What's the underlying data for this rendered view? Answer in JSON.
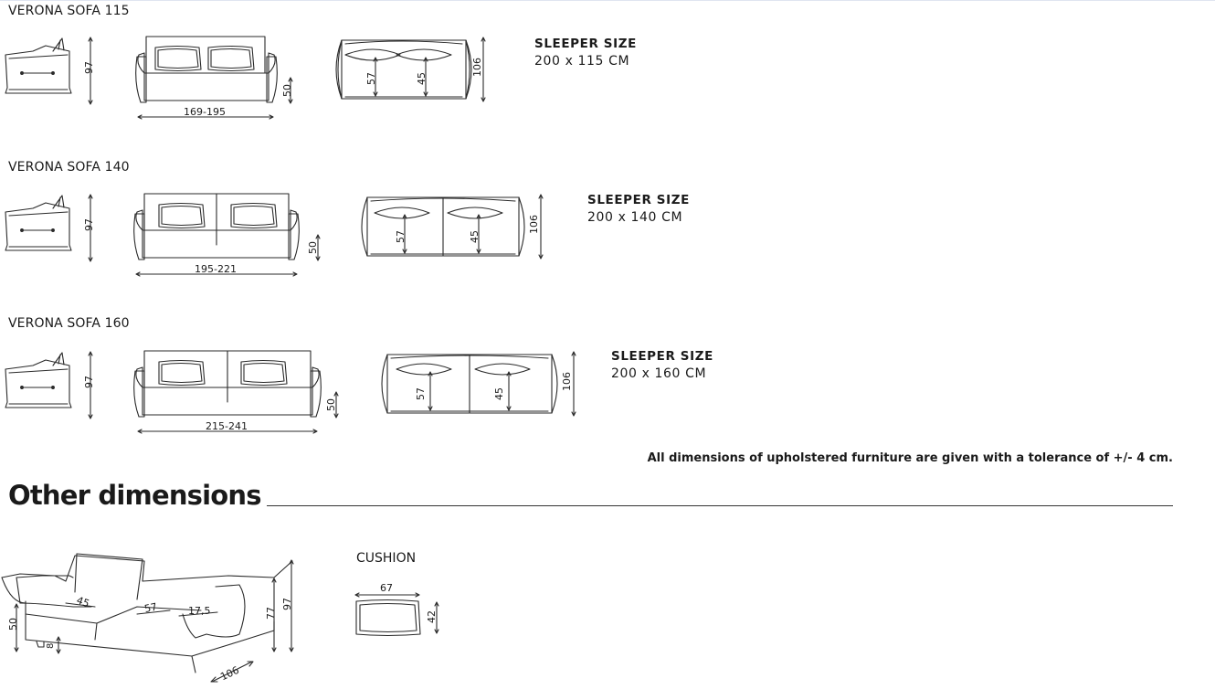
{
  "sofas": [
    {
      "title": "VERONA SOFA 115",
      "side_height": "97",
      "front_width": "169-195",
      "seat_height": "50",
      "bed_depth_a": "57",
      "bed_depth_b": "45",
      "bed_length": "106",
      "sleeper_label": "SLEEPER SIZE",
      "sleeper_size": "200 x 115 CM"
    },
    {
      "title": "VERONA SOFA 140",
      "side_height": "97",
      "front_width": "195-221",
      "seat_height": "50",
      "bed_depth_a": "57",
      "bed_depth_b": "45",
      "bed_length": "106",
      "sleeper_label": "SLEEPER SIZE",
      "sleeper_size": "200 x 140 CM"
    },
    {
      "title": "VERONA SOFA 160",
      "side_height": "97",
      "front_width": "215-241",
      "seat_height": "50",
      "bed_depth_a": "57",
      "bed_depth_b": "45",
      "bed_length": "106",
      "sleeper_label": "SLEEPER SIZE",
      "sleeper_size": "200 x 160 CM"
    }
  ],
  "tolerance_note": "All dimensions of upholstered furniture are given with a tolerance of +/- 4 cm.",
  "other": {
    "heading": "Other dimensions",
    "persp": {
      "seat_height": "50",
      "arm_depth": "45",
      "seat_depth": "57",
      "arm_width": "17,5",
      "arm_height": "77",
      "total_height": "97",
      "depth": "106",
      "leg_height": "8"
    },
    "cushion": {
      "label": "CUSHION",
      "width": "67",
      "height": "42"
    }
  }
}
